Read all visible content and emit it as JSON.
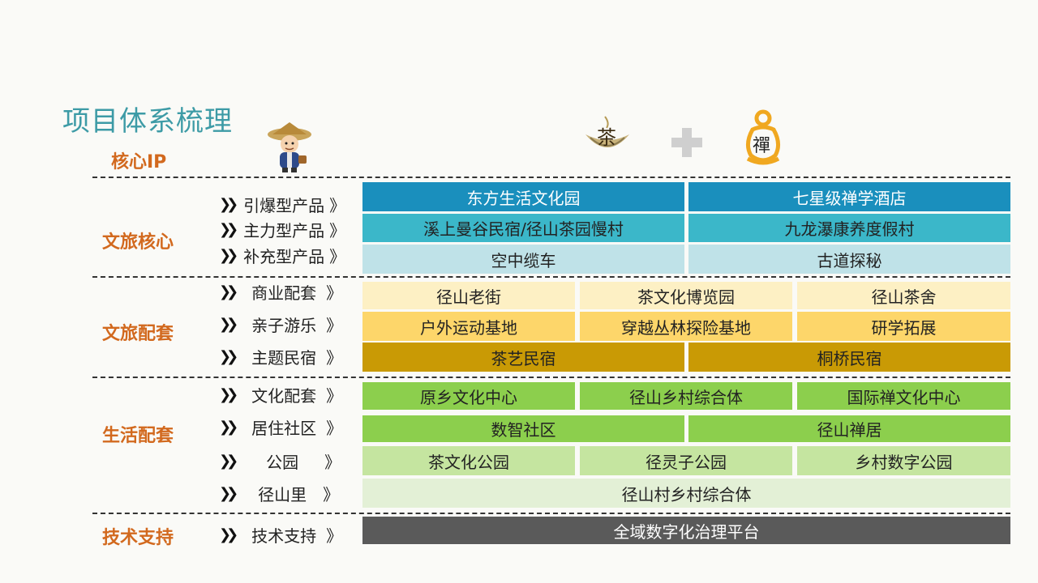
{
  "title": "项目体系梳理",
  "categories": {
    "core_ip": "核心IP",
    "culture_core": "文旅核心",
    "culture_support": "文旅配套",
    "life_support": "生活配套",
    "tech_support": "技术支持"
  },
  "icons": {
    "mascot": "farmer-mascot-icon",
    "tea": "tea-logo-icon",
    "plus": "plus-icon",
    "zen": "zen-logo-icon"
  },
  "logo_text": {
    "tea": "茶",
    "zen": "禪"
  },
  "rows": {
    "r1": "引爆型产品",
    "r2": "主力型产品",
    "r3": "补充型产品",
    "r4": "商业配套",
    "r5": "亲子游乐",
    "r6": "主题民宿",
    "r7": "文化配套",
    "r8": "居住社区",
    "r9": "公园",
    "r10": "径山里",
    "r11": "技术支持"
  },
  "cells": {
    "c1a": "东方生活文化园",
    "c1b": "七星级禅学酒店",
    "c2a": "溪上曼谷民宿/径山茶园慢村",
    "c2b": "九龙瀑康养度假村",
    "c3a": "空中缆车",
    "c3b": "古道探秘",
    "c4a": "径山老街",
    "c4b": "茶文化博览园",
    "c4c": "径山茶舍",
    "c5a": "户外运动基地",
    "c5b": "穿越丛林探险基地",
    "c5c": "研学拓展",
    "c6a": "茶艺民宿",
    "c6b": "桐桥民宿",
    "c7a": "原乡文化中心",
    "c7b": "径山乡村综合体",
    "c7c": "国际禅文化中心",
    "c8a": "数智社区",
    "c8b": "径山禅居",
    "c9a": "茶文化公园",
    "c9b": "径灵子公园",
    "c9c": "乡村数字公园",
    "c10a": "径山村乡村综合体",
    "c11a": "全域数字化治理平台"
  },
  "colors": {
    "title": "#3d9ba6",
    "category": "#d2691e",
    "blue_dark": "#1a8fbd",
    "teal": "#3bb7c9",
    "teal_light": "#bfe2e8",
    "cream": "#fdf0c4",
    "yellow": "#fdd66a",
    "gold": "#c99a05",
    "green": "#8ccf4d",
    "green_light": "#c5e5a0",
    "green_pale": "#e3f0d6",
    "gray_dark": "#5a5a5a"
  }
}
